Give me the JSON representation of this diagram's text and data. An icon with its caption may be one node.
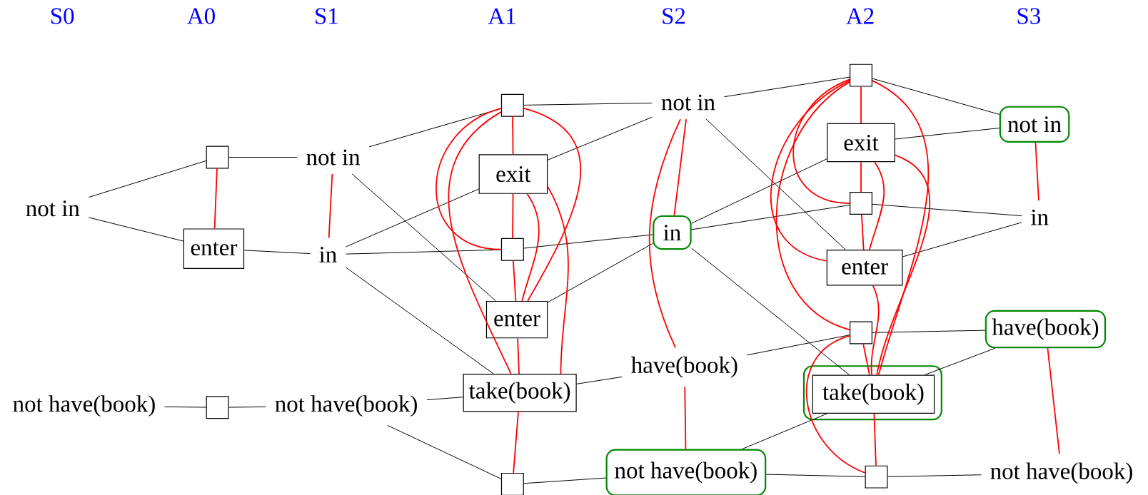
{
  "diagram": {
    "nodes": [
      {
        "text": [
          "not in"
        ]
      },
      {
        "text": [
          "not have(book)"
        ]
      },
      {
        "text": [],
        "shape": "box"
      },
      {
        "text": [
          "enter"
        ]
      },
      {
        "text": [],
        "shape": "box"
      },
      {
        "text": [
          "not in"
        ]
      },
      {
        "text": [
          "in"
        ]
      },
      {
        "text": [
          "not have(book)"
        ]
      },
      {
        "text": [],
        "shape": "box"
      },
      {
        "text": [
          "exit"
        ]
      },
      {
        "text": [],
        "shape": "box"
      },
      {
        "text": [
          "enter"
        ]
      },
      {
        "text": [
          "take(book)"
        ]
      },
      {
        "text": [],
        "shape": "box"
      },
      {
        "text": [
          "not in"
        ]
      },
      {
        "text": [
          "in"
        ]
      },
      {
        "text": [
          "have(book)"
        ]
      },
      {
        "text": [
          "not have(book)"
        ]
      },
      {
        "text": [],
        "shape": "box"
      },
      {
        "text": [
          "exit"
        ]
      },
      {
        "text": [],
        "shape": "box"
      },
      {
        "text": [
          "enter"
        ]
      },
      {
        "text": [],
        "shape": "box"
      },
      {
        "text": [],
        "shape": "box"
      },
      {
        "text": [
          "take(book)"
        ],
        "in": 23
      },
      {
        "text": [],
        "shape": "box"
      },
      {
        "text": [
          "not in"
        ]
      },
      {
        "text": [
          "in"
        ]
      },
      {
        "text": [
          "have(book)"
        ]
      },
      {
        "text": [
          "not have(book)"
        ]
      }
    ],
    "edges": [
      {
        "from": 0,
        "to": 2,
        "arrow": "none"
      },
      {
        "from": 0,
        "to": 3,
        "arrow": "none"
      },
      {
        "from": 1,
        "to": 4,
        "arrow": "none"
      },
      {
        "from": 4,
        "to": 7,
        "arrow": "none"
      },
      {
        "from": 2,
        "to": 5,
        "arrow": "none"
      },
      {
        "from": 3,
        "to": 6,
        "arrow": "none"
      },
      {
        "from": 5,
        "to": 8,
        "arrow": "none"
      },
      {
        "from": 5,
        "to": 11,
        "arrow": "none"
      },
      {
        "from": 6,
        "to": 9,
        "arrow": "none"
      },
      {
        "from": 6,
        "to": 10,
        "arrow": "none"
      },
      {
        "from": 6,
        "to": 12,
        "arrow": "none"
      },
      {
        "from": 7,
        "to": 12,
        "arrow": "none"
      },
      {
        "from": 7,
        "to": 13,
        "arrow": "none"
      },
      {
        "from": 8,
        "to": 14,
        "arrow": "none"
      },
      {
        "from": 9,
        "to": 14,
        "arrow": "none"
      },
      {
        "from": 10,
        "to": 15,
        "arrow": "none"
      },
      {
        "from": 11,
        "to": 15,
        "arrow": "none"
      },
      {
        "from": 12,
        "to": 16,
        "arrow": "none"
      },
      {
        "from": 13,
        "to": 17,
        "arrow": "none"
      },
      {
        "from": 14,
        "to": 18,
        "arrow": "none"
      },
      {
        "from": 14,
        "to": 21,
        "arrow": "none"
      },
      {
        "from": 15,
        "to": 19,
        "arrow": "none"
      },
      {
        "from": 15,
        "to": 20,
        "arrow": "none"
      },
      {
        "from": 15,
        "to": 24,
        "arrow": "none"
      },
      {
        "from": 16,
        "to": 22,
        "arrow": "none"
      },
      {
        "from": 17,
        "to": 24,
        "arrow": "none"
      },
      {
        "from": 17,
        "to": 25,
        "arrow": "none"
      },
      {
        "from": 18,
        "to": 26,
        "arrow": "none"
      },
      {
        "from": 19,
        "to": 26,
        "arrow": "none"
      },
      {
        "from": 20,
        "to": 27,
        "arrow": "none"
      },
      {
        "from": 21,
        "to": 27,
        "arrow": "none"
      },
      {
        "from": 22,
        "to": 28,
        "arrow": "none"
      },
      {
        "from": 24,
        "to": 28,
        "arrow": "none"
      },
      {
        "from": 25,
        "to": 29,
        "arrow": "none"
      },
      {
        "from": 2,
        "to": 3,
        "arrow": "none",
        "color": "#ff0000"
      },
      {
        "from": 5,
        "to": 6,
        "arrow": "none",
        "color": "#ff0000"
      },
      {
        "from": 8,
        "to": 9,
        "arrow": "none",
        "color": "#ff0000"
      },
      {
        "from": 9,
        "to": 10,
        "arrow": "none",
        "color": "#ff0000"
      },
      {
        "from": 10,
        "to": 11,
        "arrow": "none",
        "color": "#ff0000"
      },
      {
        "from": 11,
        "to": 12,
        "arrow": "none",
        "color": "#ff0000"
      },
      {
        "from": 12,
        "to": 13,
        "arrow": "none",
        "color": "#ff0000"
      },
      {
        "from": 8,
        "to": 10,
        "arrow": "none",
        "color": "#ff0000"
      },
      {
        "from": 8,
        "to": 12,
        "arrow": "none",
        "color": "#ff0000"
      },
      {
        "from": 8,
        "to": 11,
        "arrow": "none",
        "color": "#ff0000"
      },
      {
        "from": 9,
        "to": 11,
        "arrow": "none",
        "color": "#ff0000"
      },
      {
        "from": 9,
        "to": 12,
        "arrow": "none",
        "color": "#ff0000"
      },
      {
        "from": 14,
        "to": 15,
        "arrow": "none",
        "color": "#ff0000"
      },
      {
        "from": 14,
        "to": 16,
        "arrow": "none",
        "color": "#ff0000"
      },
      {
        "from": 16,
        "to": 17,
        "arrow": "none",
        "color": "#ff0000"
      },
      {
        "from": 18,
        "to": 19,
        "arrow": "none",
        "color": "#ff0000"
      },
      {
        "from": 19,
        "to": 20,
        "arrow": "none",
        "color": "#ff0000"
      },
      {
        "from": 20,
        "to": 21,
        "arrow": "none",
        "color": "#ff0000"
      },
      {
        "from": 22,
        "to": 24,
        "arrow": "none",
        "color": "#ff0000"
      },
      {
        "from": 24,
        "to": 25,
        "arrow": "none",
        "color": "#ff0000"
      },
      {
        "from": 18,
        "to": 20,
        "arrow": "none",
        "color": "#ff0000"
      },
      {
        "from": 18,
        "to": 21,
        "arrow": "none",
        "color": "#ff0000"
      },
      {
        "from": 18,
        "to": 22,
        "arrow": "none",
        "color": "#ff0000"
      },
      {
        "from": 18,
        "to": 24,
        "arrow": "none",
        "color": "#ff0000"
      },
      {
        "from": 19,
        "to": 21,
        "arrow": "none",
        "color": "#ff0000"
      },
      {
        "from": 19,
        "to": 24,
        "arrow": "none",
        "color": "#ff0000"
      },
      {
        "from": 21,
        "to": 24,
        "arrow": "none",
        "color": "#ff0000"
      },
      {
        "from": 22,
        "to": 25,
        "arrow": "none",
        "color": "#ff0000"
      },
      {
        "from": 26,
        "to": 27,
        "arrow": "none",
        "color": "#ff0000"
      },
      {
        "from": 28,
        "to": 29,
        "arrow": "none",
        "color": "#ff0000"
      }
    ],
    "labels": [
      "S0",
      "A0",
      "S1",
      "A1",
      "S2",
      "A2",
      "S3"
    ]
  }
}
